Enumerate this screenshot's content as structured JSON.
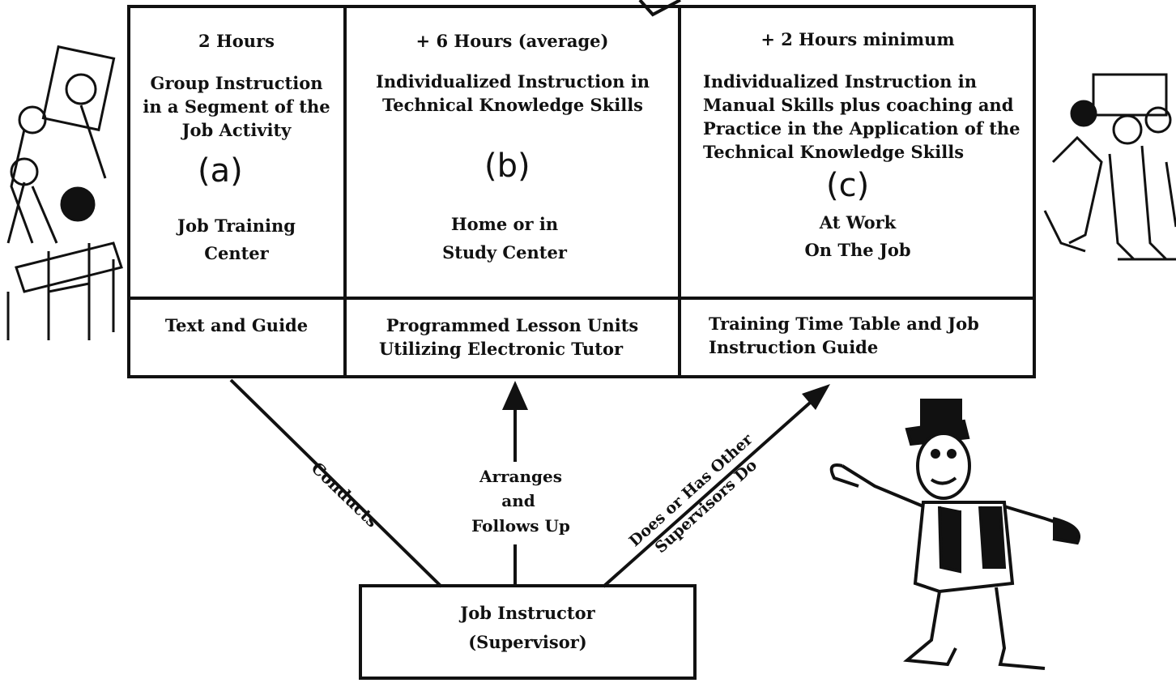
{
  "columns": [
    {
      "time": "2 Hours",
      "activity": "Group Instruction in a Segment of the Job Activity",
      "letter": "(a)",
      "location_line1": "Job Training",
      "location_line2": "Center",
      "material_line1": "Text and Guide",
      "material_line2": ""
    },
    {
      "time": "+ 6 Hours (average)",
      "activity": "Individualized Instruction in Technical Knowledge Skills",
      "letter": "(b)",
      "location_line1": "Home or in",
      "location_line2": "Study Center",
      "material_line1": "Programmed Lesson Units",
      "material_line2": "Utilizing Electronic Tutor"
    },
    {
      "time": "+ 2 Hours minimum",
      "activity": "Individualized Instruction in Manual Skills plus coaching and Practice in the Application of the Technical Knowledge Skills",
      "letter": "(c)",
      "location_line1": "At Work",
      "location_line2": "On The Job",
      "material_line1": "Training Time Table and Job",
      "material_line2": "Instruction Guide"
    }
  ],
  "arrows": {
    "left": "Conducts",
    "middle_line1": "Arranges",
    "middle_line2": "and",
    "middle_line3": "Follows Up",
    "right_line1": "Does or Has Other",
    "right_line2": "Supervisors Do"
  },
  "instructor": {
    "line1": "Job Instructor",
    "line2": "(Supervisor)"
  }
}
